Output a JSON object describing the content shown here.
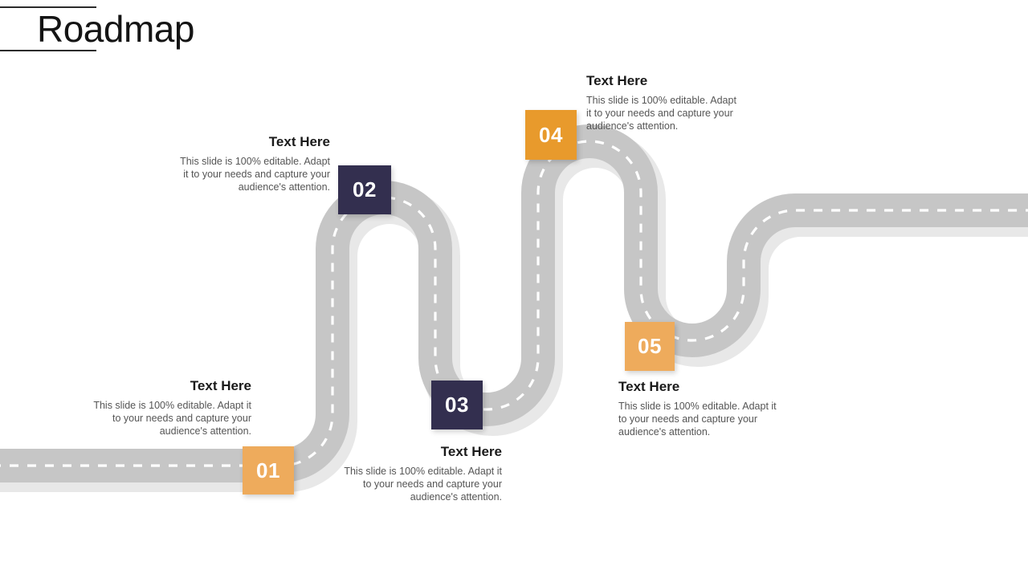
{
  "slide": {
    "title": "Roadmap",
    "background_color": "#ffffff"
  },
  "theme": {
    "road_fill": "#c6c6c6",
    "road_shadow": "#e8e8e8",
    "lane_dash": "#ffffff",
    "badge_navy": "#332f4f",
    "badge_orange_dark": "#e89a2c",
    "badge_orange_light": "#eeab5c",
    "heading_color": "#1a1a1a",
    "body_color": "#555555",
    "rule_color": "#2b2b2b"
  },
  "milestones": [
    {
      "number": "01",
      "badge_color": "#eeab5c",
      "heading": "Text Here",
      "body": "This slide is 100% editable. Adapt it to your needs and capture your audience's attention.",
      "text_align": "right"
    },
    {
      "number": "02",
      "badge_color": "#332f4f",
      "heading": "Text Here",
      "body": "This slide is 100% editable. Adapt it to your needs and capture your audience's attention.",
      "text_align": "right"
    },
    {
      "number": "03",
      "badge_color": "#332f4f",
      "heading": "Text Here",
      "body": "This slide is 100% editable. Adapt it to your needs and capture your audience's attention.",
      "text_align": "right"
    },
    {
      "number": "04",
      "badge_color": "#e89a2c",
      "heading": "Text Here",
      "body": "This slide is 100% editable. Adapt it to your needs and capture your audience's attention.",
      "text_align": "left"
    },
    {
      "number": "05",
      "badge_color": "#eeab5c",
      "heading": "Text Here",
      "body": "This slide is 100% editable. Adapt it to your needs and capture your audience's attention.",
      "text_align": "left"
    }
  ]
}
